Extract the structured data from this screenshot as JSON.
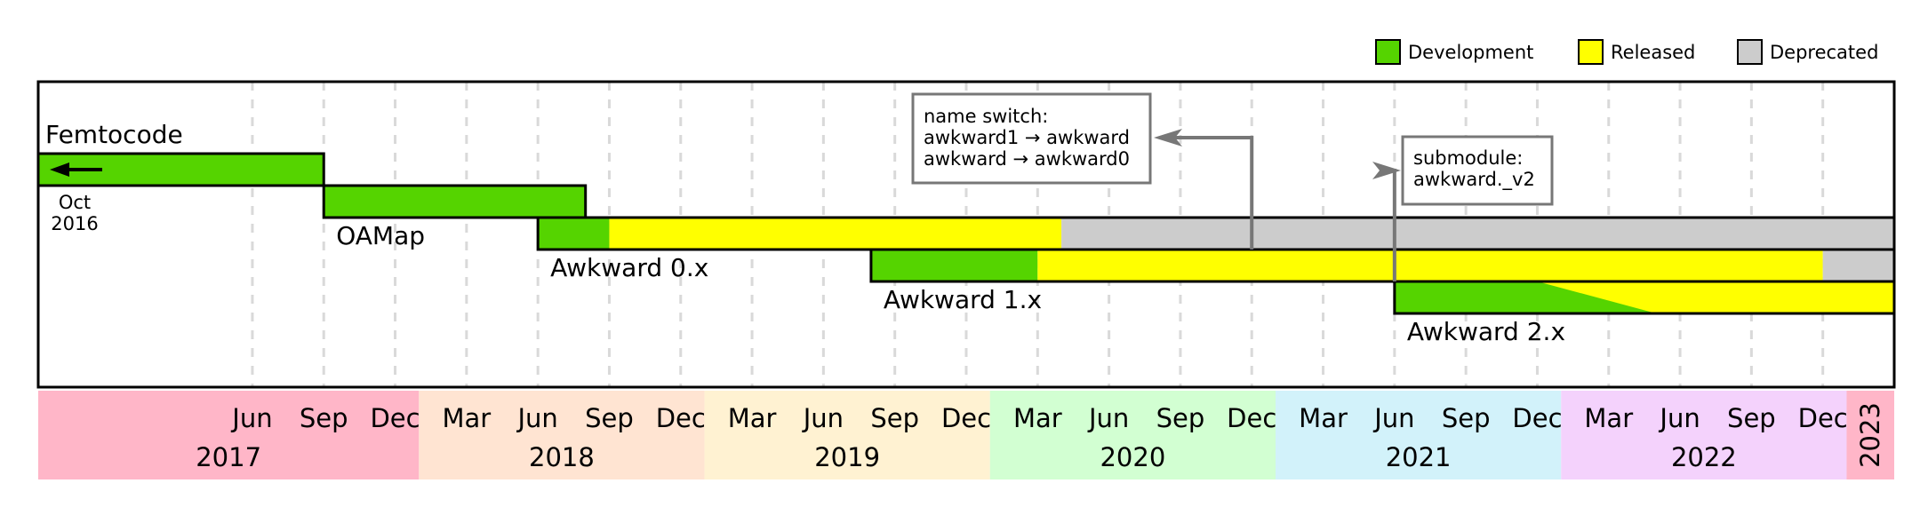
{
  "chart_data": {
    "type": "gantt",
    "title": "",
    "legend": {
      "placement": "top-right",
      "entries": [
        {
          "label": "Development",
          "color": "#55d400"
        },
        {
          "label": "Released",
          "color": "#ffff00"
        },
        {
          "label": "Deprecated",
          "color": "#cccccc"
        }
      ]
    },
    "x_range": [
      "2016-09",
      "2023-03"
    ],
    "projects": [
      {
        "name": "Femtocode",
        "row": 0,
        "label_position": "above-left",
        "note": "Oct\n2016",
        "starts_before_axis": true,
        "phases": [
          {
            "status": "Development",
            "start": "2016-09",
            "end": "2017-09"
          }
        ]
      },
      {
        "name": "OAMap",
        "row": 1,
        "label_position": "below-left",
        "phases": [
          {
            "status": "Development",
            "start": "2017-09",
            "end": "2018-08"
          }
        ]
      },
      {
        "name": "Awkward 0.x",
        "row": 2,
        "label_position": "below-left",
        "phases": [
          {
            "status": "Development",
            "start": "2018-06",
            "end": "2018-09"
          },
          {
            "status": "Released",
            "start": "2018-09",
            "end": "2020-04"
          },
          {
            "status": "Deprecated",
            "start": "2020-04",
            "end": "2023-03"
          }
        ]
      },
      {
        "name": "Awkward 1.x",
        "row": 3,
        "label_position": "below-left",
        "phases": [
          {
            "status": "Development",
            "start": "2019-08",
            "end": "2020-03"
          },
          {
            "status": "Released",
            "start": "2020-03",
            "end": "2022-12"
          },
          {
            "status": "Deprecated",
            "start": "2022-12",
            "end": "2023-03"
          }
        ]
      },
      {
        "name": "Awkward 2.x",
        "row": 4,
        "label_position": "below-left",
        "phases": [
          {
            "status": "Development",
            "start": "2021-06",
            "end": "2022-05"
          },
          {
            "status": "Released",
            "start": "2021-12",
            "end": "2023-03",
            "transition": "diagonal"
          }
        ]
      }
    ],
    "annotations": [
      {
        "lines": [
          "name switch:",
          "awkward1 → awkward",
          "awkward → awkward0"
        ],
        "date": "2020-12"
      },
      {
        "lines": [
          "submodule:",
          "awkward._v2"
        ],
        "date": "2021-06"
      }
    ],
    "x_axis": {
      "years": [
        {
          "label": "2017",
          "start": "2016-09",
          "end": "2018-01",
          "color": "#ffb6c8"
        },
        {
          "label": "2018",
          "start": "2018-01",
          "end": "2019-01",
          "color": "#ffe4d2"
        },
        {
          "label": "2019",
          "start": "2019-01",
          "end": "2020-01",
          "color": "#fff2d2"
        },
        {
          "label": "2020",
          "start": "2020-01",
          "end": "2021-01",
          "color": "#d2ffd2"
        },
        {
          "label": "2021",
          "start": "2021-01",
          "end": "2022-01",
          "color": "#d2f2fa"
        },
        {
          "label": "2022",
          "start": "2022-01",
          "end": "2023-01",
          "color": "#f4d2fc"
        },
        {
          "label": "2023",
          "start": "2023-01",
          "end": "2023-03",
          "color": "#ffb6c8",
          "vertical": true
        }
      ],
      "ticks": [
        {
          "label": "Jun",
          "date": "2017-06"
        },
        {
          "label": "Sep",
          "date": "2017-09"
        },
        {
          "label": "Dec",
          "date": "2017-12"
        },
        {
          "label": "Mar",
          "date": "2018-03"
        },
        {
          "label": "Jun",
          "date": "2018-06"
        },
        {
          "label": "Sep",
          "date": "2018-09"
        },
        {
          "label": "Dec",
          "date": "2018-12"
        },
        {
          "label": "Mar",
          "date": "2019-03"
        },
        {
          "label": "Jun",
          "date": "2019-06"
        },
        {
          "label": "Sep",
          "date": "2019-09"
        },
        {
          "label": "Dec",
          "date": "2019-12"
        },
        {
          "label": "Mar",
          "date": "2020-03"
        },
        {
          "label": "Jun",
          "date": "2020-06"
        },
        {
          "label": "Sep",
          "date": "2020-09"
        },
        {
          "label": "Dec",
          "date": "2020-12"
        },
        {
          "label": "Mar",
          "date": "2021-03"
        },
        {
          "label": "Jun",
          "date": "2021-06"
        },
        {
          "label": "Sep",
          "date": "2021-09"
        },
        {
          "label": "Dec",
          "date": "2021-12"
        },
        {
          "label": "Mar",
          "date": "2022-03"
        },
        {
          "label": "Jun",
          "date": "2022-06"
        },
        {
          "label": "Sep",
          "date": "2022-09"
        },
        {
          "label": "Dec",
          "date": "2022-12"
        }
      ],
      "grid": true,
      "grid_style": "dashed"
    }
  }
}
